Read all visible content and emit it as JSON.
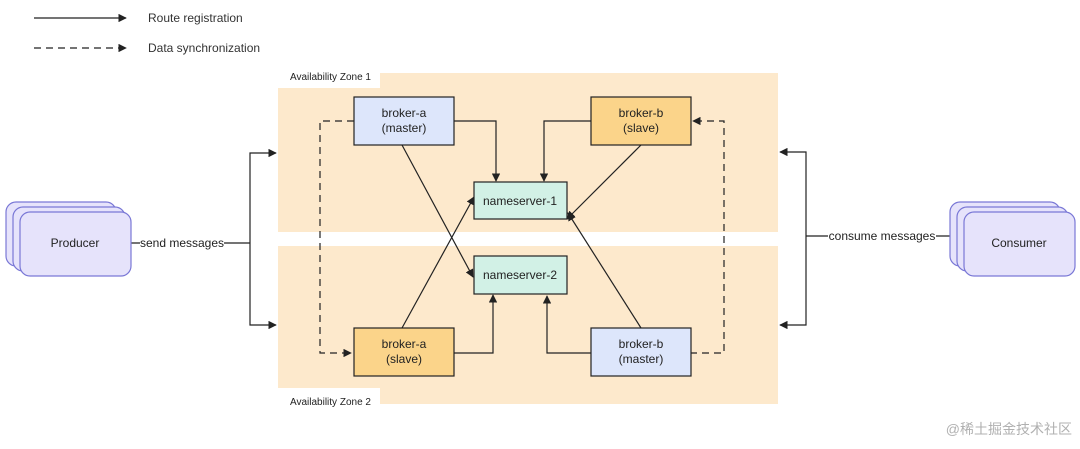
{
  "colors": {
    "zone_fill": "#fde9cc",
    "master_fill": "#dde6fb",
    "slave_fill": "#fbd48a",
    "nameserver_fill": "#d2f1e6",
    "client_fill": "#e6e3fb",
    "client_stroke": "#7a78d6",
    "line": "#222222"
  },
  "legend": {
    "route_registration": "Route registration",
    "data_synchronization": "Data synchronization"
  },
  "zones": {
    "zone1_label": "Availability Zone 1",
    "zone2_label": "Availability Zone 2"
  },
  "nodes": {
    "broker_a_master": {
      "name": "broker-a",
      "role": "(master)"
    },
    "broker_b_slave": {
      "name": "broker-b",
      "role": "(slave)"
    },
    "broker_a_slave": {
      "name": "broker-a",
      "role": "(slave)"
    },
    "broker_b_master": {
      "name": "broker-b",
      "role": "(master)"
    },
    "nameserver_1": "nameserver-1",
    "nameserver_2": "nameserver-2",
    "producer": "Producer",
    "consumer": "Consumer"
  },
  "edges": {
    "send_messages": "send messages",
    "consume_messages": "consume messages"
  },
  "watermark": "@稀土掘金技术社区"
}
